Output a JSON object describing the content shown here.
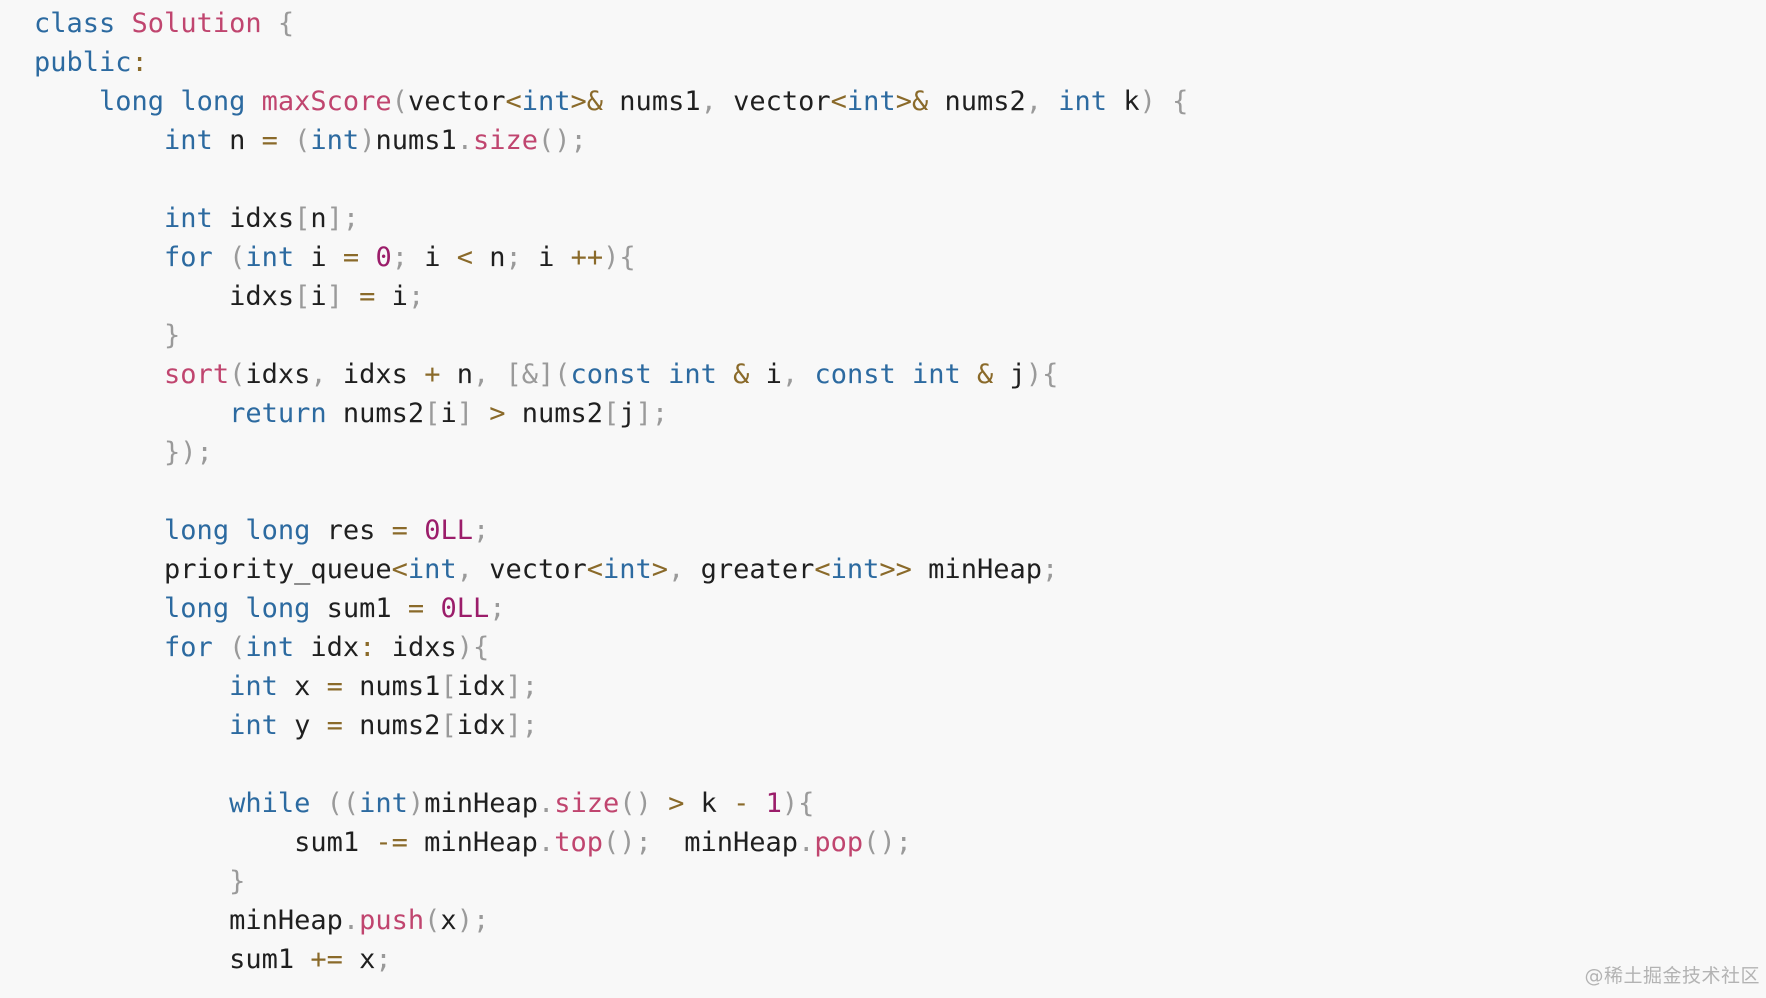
{
  "colors": {
    "background": "#f8f8f8",
    "keyword": "#2c6aa0",
    "function": "#c0456f",
    "punctuation": "#9a9a9a",
    "operator": "#8a6a2a",
    "number": "#9b1d6a",
    "identifier": "#1f1f1f"
  },
  "code": {
    "lines": [
      [
        [
          "kw",
          "class"
        ],
        [
          "id",
          " "
        ],
        [
          "fn",
          "Solution"
        ],
        [
          "id",
          " "
        ],
        [
          "pn",
          "{"
        ]
      ],
      [
        [
          "kw",
          "public"
        ],
        [
          "op",
          ":"
        ]
      ],
      [
        [
          "id",
          "    "
        ],
        [
          "kw",
          "long"
        ],
        [
          "id",
          " "
        ],
        [
          "kw",
          "long"
        ],
        [
          "id",
          " "
        ],
        [
          "fn",
          "maxScore"
        ],
        [
          "pn",
          "("
        ],
        [
          "id",
          "vector"
        ],
        [
          "op",
          "<"
        ],
        [
          "kw",
          "int"
        ],
        [
          "op",
          ">&"
        ],
        [
          "id",
          " nums1"
        ],
        [
          "pn",
          ","
        ],
        [
          "id",
          " vector"
        ],
        [
          "op",
          "<"
        ],
        [
          "kw",
          "int"
        ],
        [
          "op",
          ">&"
        ],
        [
          "id",
          " nums2"
        ],
        [
          "pn",
          ","
        ],
        [
          "id",
          " "
        ],
        [
          "kw",
          "int"
        ],
        [
          "id",
          " k"
        ],
        [
          "pn",
          ")"
        ],
        [
          "id",
          " "
        ],
        [
          "pn",
          "{"
        ]
      ],
      [
        [
          "id",
          "        "
        ],
        [
          "kw",
          "int"
        ],
        [
          "id",
          " n "
        ],
        [
          "op",
          "="
        ],
        [
          "id",
          " "
        ],
        [
          "pn",
          "("
        ],
        [
          "kw",
          "int"
        ],
        [
          "pn",
          ")"
        ],
        [
          "id",
          "nums1"
        ],
        [
          "pn",
          "."
        ],
        [
          "fn",
          "size"
        ],
        [
          "pn",
          "();"
        ]
      ],
      [
        [
          "id",
          ""
        ]
      ],
      [
        [
          "id",
          "        "
        ],
        [
          "kw",
          "int"
        ],
        [
          "id",
          " idxs"
        ],
        [
          "pn",
          "["
        ],
        [
          "id",
          "n"
        ],
        [
          "pn",
          "];"
        ]
      ],
      [
        [
          "id",
          "        "
        ],
        [
          "kw",
          "for"
        ],
        [
          "id",
          " "
        ],
        [
          "pn",
          "("
        ],
        [
          "kw",
          "int"
        ],
        [
          "id",
          " i "
        ],
        [
          "op",
          "="
        ],
        [
          "id",
          " "
        ],
        [
          "num",
          "0"
        ],
        [
          "pn",
          ";"
        ],
        [
          "id",
          " i "
        ],
        [
          "op",
          "<"
        ],
        [
          "id",
          " n"
        ],
        [
          "pn",
          ";"
        ],
        [
          "id",
          " i "
        ],
        [
          "op",
          "++"
        ],
        [
          "pn",
          "){"
        ]
      ],
      [
        [
          "id",
          "            idxs"
        ],
        [
          "pn",
          "["
        ],
        [
          "id",
          "i"
        ],
        [
          "pn",
          "]"
        ],
        [
          "id",
          " "
        ],
        [
          "op",
          "="
        ],
        [
          "id",
          " i"
        ],
        [
          "pn",
          ";"
        ]
      ],
      [
        [
          "id",
          "        "
        ],
        [
          "pn",
          "}"
        ]
      ],
      [
        [
          "id",
          "        "
        ],
        [
          "fn",
          "sort"
        ],
        [
          "pn",
          "("
        ],
        [
          "id",
          "idxs"
        ],
        [
          "pn",
          ","
        ],
        [
          "id",
          " idxs "
        ],
        [
          "op",
          "+"
        ],
        [
          "id",
          " n"
        ],
        [
          "pn",
          ","
        ],
        [
          "id",
          " "
        ],
        [
          "pn",
          "[&]("
        ],
        [
          "kw",
          "const"
        ],
        [
          "id",
          " "
        ],
        [
          "kw",
          "int"
        ],
        [
          "id",
          " "
        ],
        [
          "op",
          "&"
        ],
        [
          "id",
          " i"
        ],
        [
          "pn",
          ","
        ],
        [
          "id",
          " "
        ],
        [
          "kw",
          "const"
        ],
        [
          "id",
          " "
        ],
        [
          "kw",
          "int"
        ],
        [
          "id",
          " "
        ],
        [
          "op",
          "&"
        ],
        [
          "id",
          " j"
        ],
        [
          "pn",
          "){"
        ]
      ],
      [
        [
          "id",
          "            "
        ],
        [
          "kw",
          "return"
        ],
        [
          "id",
          " nums2"
        ],
        [
          "pn",
          "["
        ],
        [
          "id",
          "i"
        ],
        [
          "pn",
          "]"
        ],
        [
          "id",
          " "
        ],
        [
          "op",
          ">"
        ],
        [
          "id",
          " nums2"
        ],
        [
          "pn",
          "["
        ],
        [
          "id",
          "j"
        ],
        [
          "pn",
          "];"
        ]
      ],
      [
        [
          "id",
          "        "
        ],
        [
          "pn",
          "});"
        ]
      ],
      [
        [
          "id",
          ""
        ]
      ],
      [
        [
          "id",
          "        "
        ],
        [
          "kw",
          "long"
        ],
        [
          "id",
          " "
        ],
        [
          "kw",
          "long"
        ],
        [
          "id",
          " res "
        ],
        [
          "op",
          "="
        ],
        [
          "id",
          " "
        ],
        [
          "num",
          "0LL"
        ],
        [
          "pn",
          ";"
        ]
      ],
      [
        [
          "id",
          "        priority_queue"
        ],
        [
          "op",
          "<"
        ],
        [
          "kw",
          "int"
        ],
        [
          "pn",
          ","
        ],
        [
          "id",
          " vector"
        ],
        [
          "op",
          "<"
        ],
        [
          "kw",
          "int"
        ],
        [
          "op",
          ">"
        ],
        [
          "pn",
          ","
        ],
        [
          "id",
          " greater"
        ],
        [
          "op",
          "<"
        ],
        [
          "kw",
          "int"
        ],
        [
          "op",
          ">>"
        ],
        [
          "id",
          " minHeap"
        ],
        [
          "pn",
          ";"
        ]
      ],
      [
        [
          "id",
          "        "
        ],
        [
          "kw",
          "long"
        ],
        [
          "id",
          " "
        ],
        [
          "kw",
          "long"
        ],
        [
          "id",
          " sum1 "
        ],
        [
          "op",
          "="
        ],
        [
          "id",
          " "
        ],
        [
          "num",
          "0LL"
        ],
        [
          "pn",
          ";"
        ]
      ],
      [
        [
          "id",
          "        "
        ],
        [
          "kw",
          "for"
        ],
        [
          "id",
          " "
        ],
        [
          "pn",
          "("
        ],
        [
          "kw",
          "int"
        ],
        [
          "id",
          " idx"
        ],
        [
          "op",
          ":"
        ],
        [
          "id",
          " idxs"
        ],
        [
          "pn",
          "){"
        ]
      ],
      [
        [
          "id",
          "            "
        ],
        [
          "kw",
          "int"
        ],
        [
          "id",
          " x "
        ],
        [
          "op",
          "="
        ],
        [
          "id",
          " nums1"
        ],
        [
          "pn",
          "["
        ],
        [
          "id",
          "idx"
        ],
        [
          "pn",
          "];"
        ]
      ],
      [
        [
          "id",
          "            "
        ],
        [
          "kw",
          "int"
        ],
        [
          "id",
          " y "
        ],
        [
          "op",
          "="
        ],
        [
          "id",
          " nums2"
        ],
        [
          "pn",
          "["
        ],
        [
          "id",
          "idx"
        ],
        [
          "pn",
          "];"
        ]
      ],
      [
        [
          "id",
          ""
        ]
      ],
      [
        [
          "id",
          "            "
        ],
        [
          "kw",
          "while"
        ],
        [
          "id",
          " "
        ],
        [
          "pn",
          "(("
        ],
        [
          "kw",
          "int"
        ],
        [
          "pn",
          ")"
        ],
        [
          "id",
          "minHeap"
        ],
        [
          "pn",
          "."
        ],
        [
          "fn",
          "size"
        ],
        [
          "pn",
          "()"
        ],
        [
          "id",
          " "
        ],
        [
          "op",
          ">"
        ],
        [
          "id",
          " k "
        ],
        [
          "op",
          "-"
        ],
        [
          "id",
          " "
        ],
        [
          "num",
          "1"
        ],
        [
          "pn",
          "){"
        ]
      ],
      [
        [
          "id",
          "                sum1 "
        ],
        [
          "op",
          "-="
        ],
        [
          "id",
          " minHeap"
        ],
        [
          "pn",
          "."
        ],
        [
          "fn",
          "top"
        ],
        [
          "pn",
          "();"
        ],
        [
          "id",
          "  minHeap"
        ],
        [
          "pn",
          "."
        ],
        [
          "fn",
          "pop"
        ],
        [
          "pn",
          "();"
        ]
      ],
      [
        [
          "id",
          "            "
        ],
        [
          "pn",
          "}"
        ]
      ],
      [
        [
          "id",
          "            minHeap"
        ],
        [
          "pn",
          "."
        ],
        [
          "fn",
          "push"
        ],
        [
          "pn",
          "("
        ],
        [
          "id",
          "x"
        ],
        [
          "pn",
          ");"
        ]
      ],
      [
        [
          "id",
          "            sum1 "
        ],
        [
          "op",
          "+="
        ],
        [
          "id",
          " x"
        ],
        [
          "pn",
          ";"
        ]
      ]
    ]
  },
  "watermark": {
    "text": "@稀土掘金技术社区"
  }
}
